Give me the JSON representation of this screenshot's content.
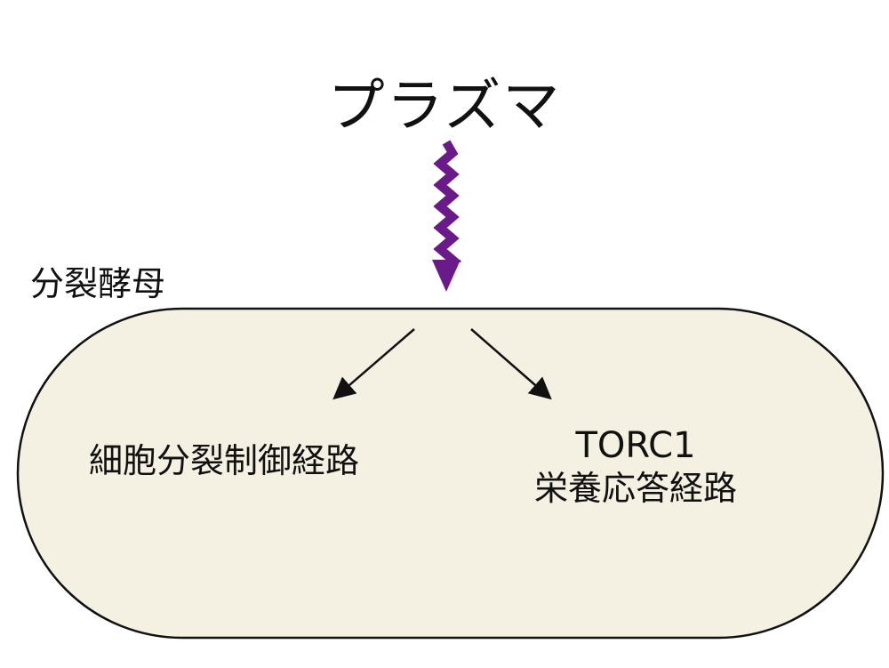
{
  "plasma": {
    "label": "プラズマ",
    "arrow_color": "#6b1a8a"
  },
  "organism": {
    "label": "分裂酵母",
    "cell_fill": "#f5f1e2",
    "cell_stroke": "#111111"
  },
  "pathways": {
    "left": {
      "label": "細胞分裂制御経路"
    },
    "right": {
      "line1": "TORC1",
      "line2": "栄養応答経路"
    },
    "arrow_color": "#111111"
  }
}
